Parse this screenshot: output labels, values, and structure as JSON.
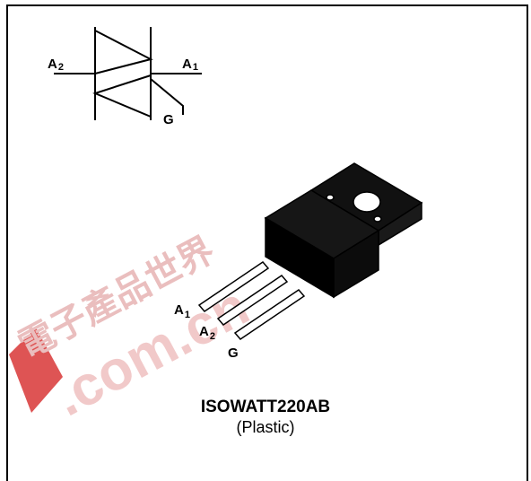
{
  "symbol": {
    "label_a2": "A",
    "label_a2_sub": "2",
    "label_a1": "A",
    "label_a1_sub": "1",
    "label_g": "G"
  },
  "package": {
    "pin_a1": "A",
    "pin_a1_sub": "1",
    "pin_a2": "A",
    "pin_a2_sub": "2",
    "pin_g": "G",
    "name": "ISOWATT220AB",
    "type": "(Plastic)"
  },
  "watermark": {
    "chinese": "電子產品世界",
    "domain": ".com.cn",
    "color": "#e8b8b8",
    "accent": "#d32020"
  }
}
